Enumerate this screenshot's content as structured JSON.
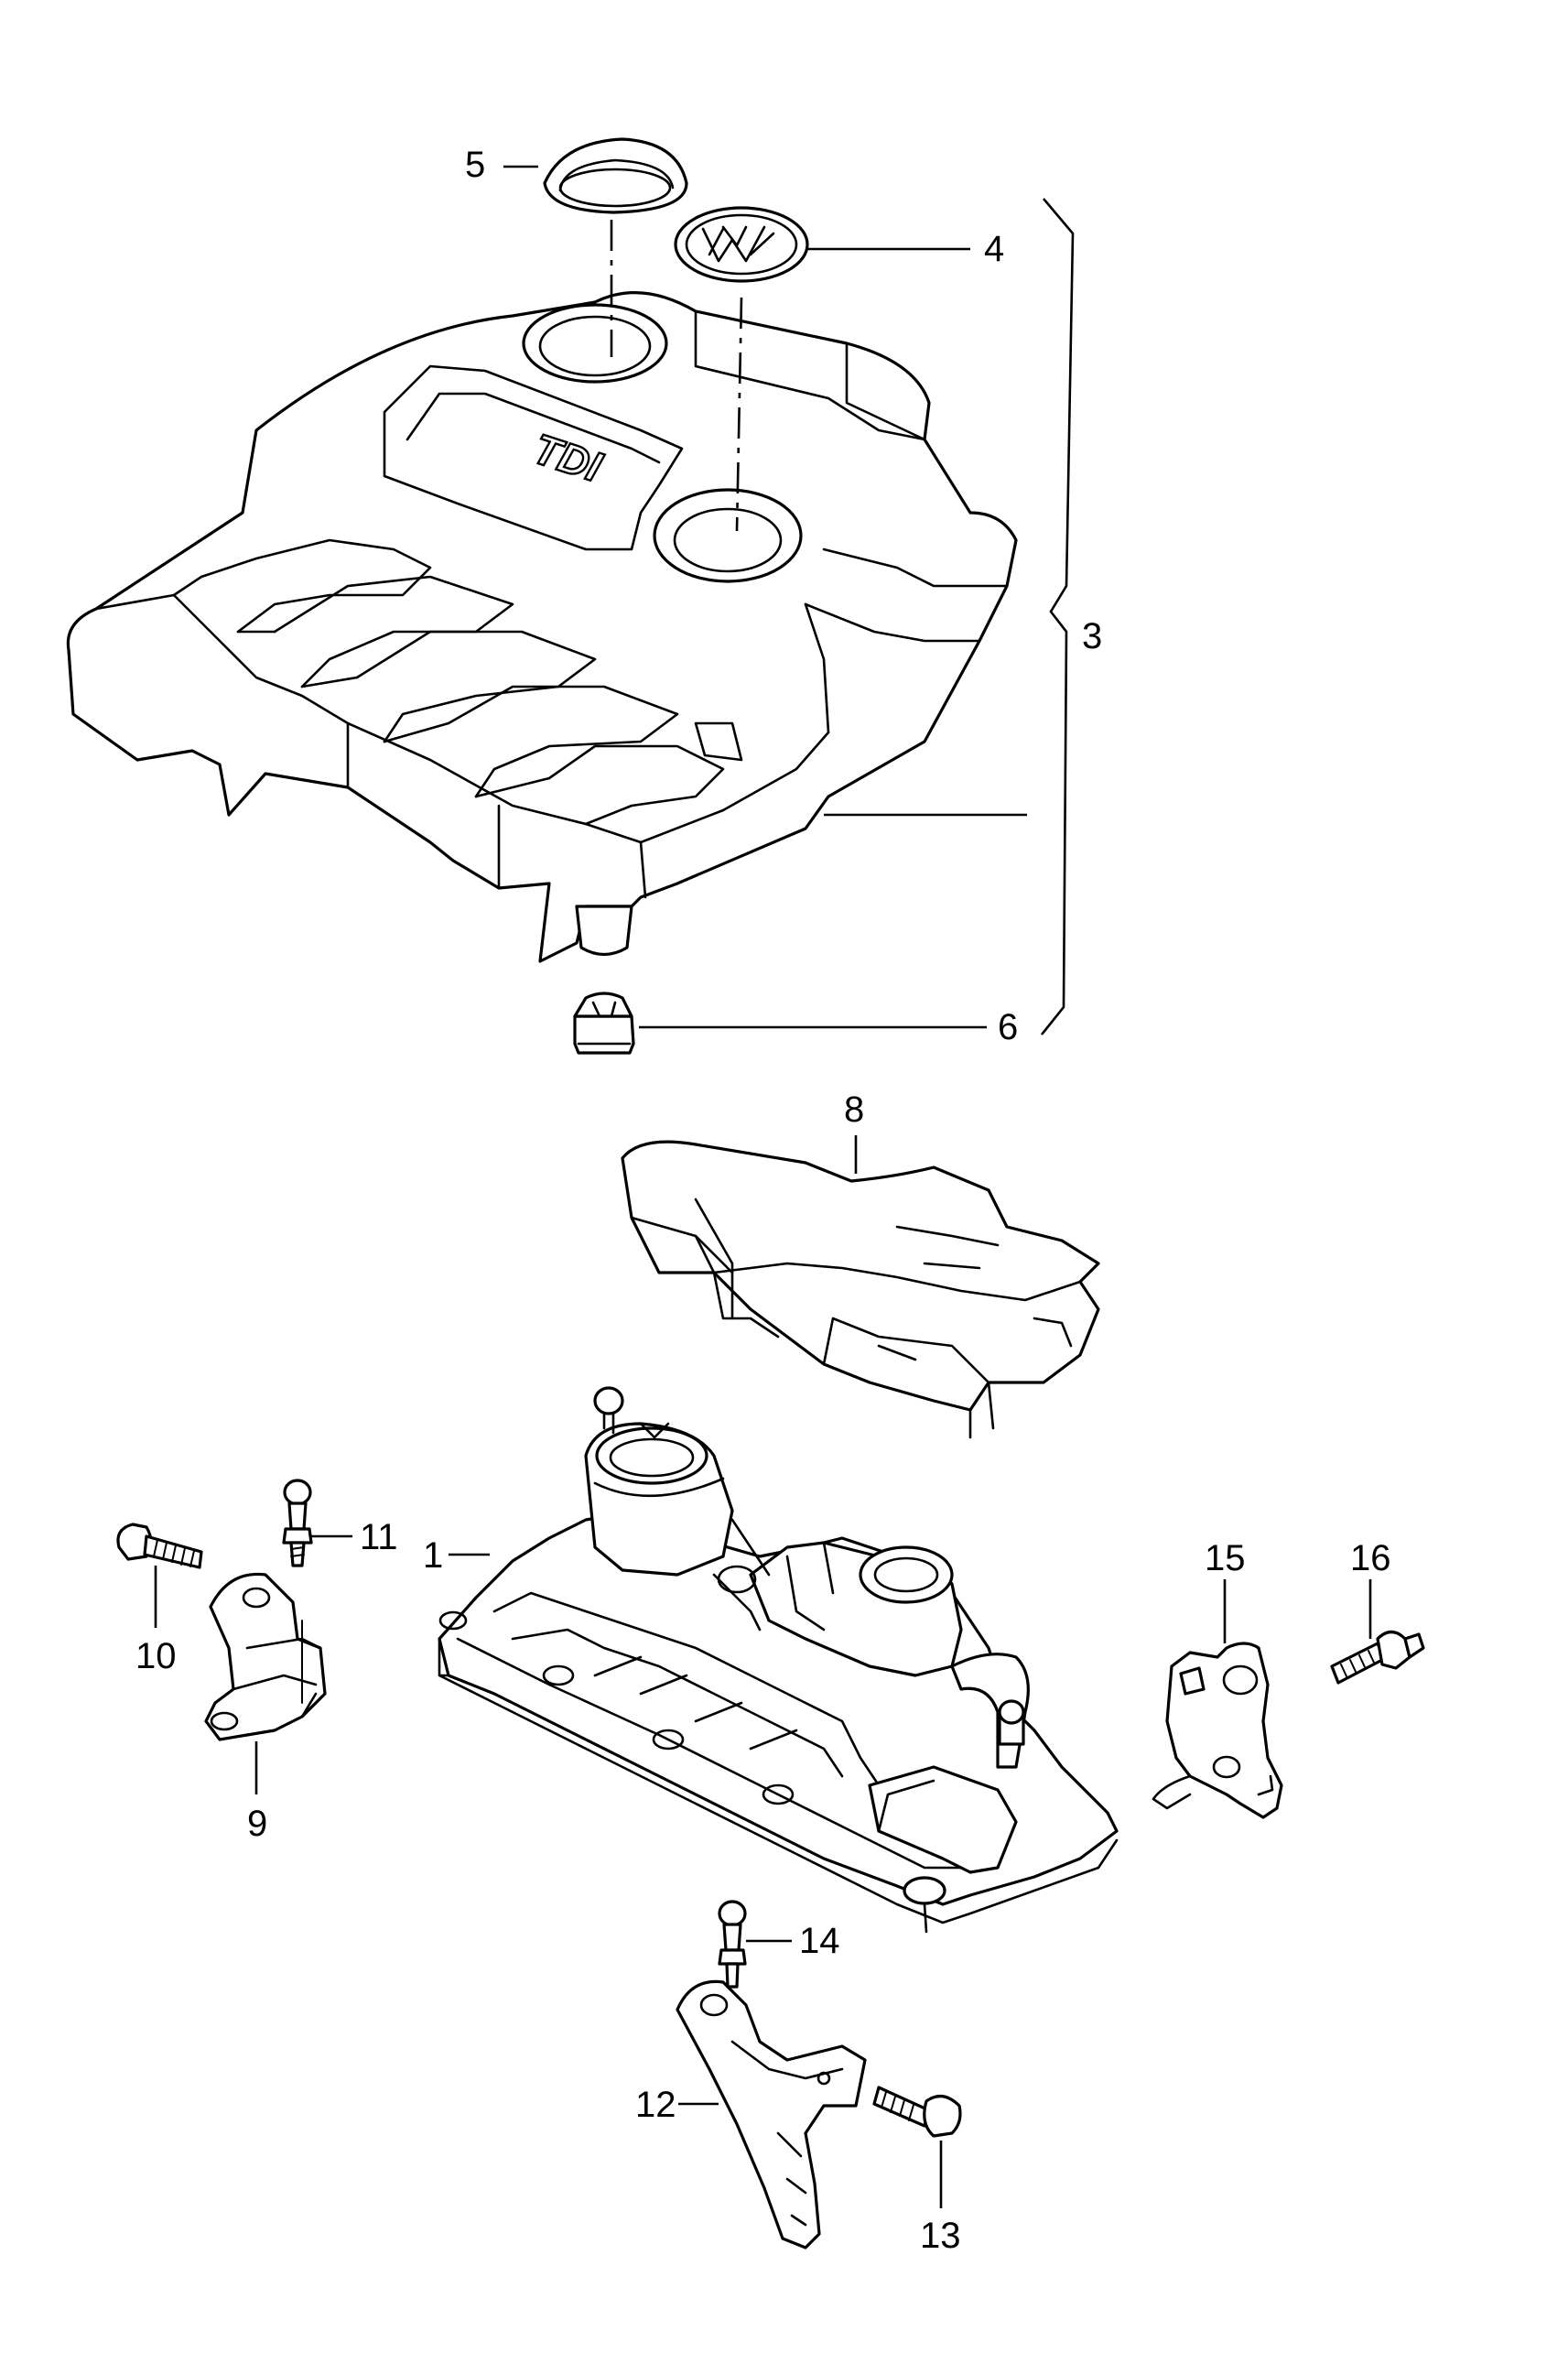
{
  "figure": {
    "cover_logo_text": "TDI"
  },
  "callouts": [
    {
      "id": "callout-1",
      "text": "1"
    },
    {
      "id": "callout-3",
      "text": "3"
    },
    {
      "id": "callout-4",
      "text": "4"
    },
    {
      "id": "callout-5",
      "text": "5"
    },
    {
      "id": "callout-6",
      "text": "6"
    },
    {
      "id": "callout-8",
      "text": "8"
    },
    {
      "id": "callout-9",
      "text": "9"
    },
    {
      "id": "callout-10",
      "text": "10"
    },
    {
      "id": "callout-11",
      "text": "11"
    },
    {
      "id": "callout-12",
      "text": "12"
    },
    {
      "id": "callout-13",
      "text": "13"
    },
    {
      "id": "callout-14",
      "text": "14"
    },
    {
      "id": "callout-15",
      "text": "15"
    },
    {
      "id": "callout-16",
      "text": "16"
    }
  ]
}
